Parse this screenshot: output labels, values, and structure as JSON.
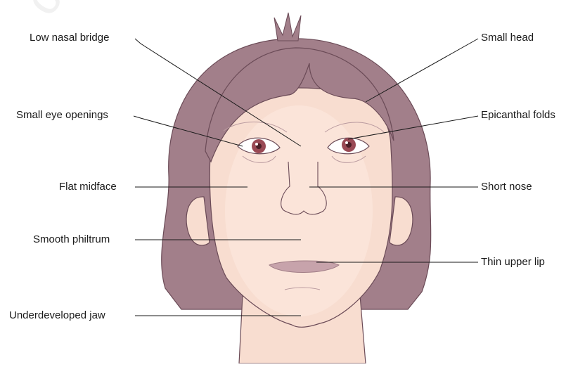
{
  "labels": {
    "low_nasal_bridge": "Low nasal bridge",
    "small_eye_openings": "Small eye openings",
    "flat_midface": "Flat midface",
    "smooth_philtrum": "Smooth philtrum",
    "underdeveloped_jaw": "Underdeveloped jaw",
    "small_head": "Small head",
    "epicanthal_folds": "Epicanthal folds",
    "short_nose": "Short nose",
    "thin_upper_lip": "Thin upper lip"
  },
  "colors": {
    "hair": "#a27f8a",
    "hair_outline": "#6b4b57",
    "skin": "#f8ddd0",
    "skin_light": "#fde9df",
    "iris": "#9a4a55",
    "lip": "#c7a3ab",
    "line": "#1a1a1a"
  },
  "watermark": "co"
}
